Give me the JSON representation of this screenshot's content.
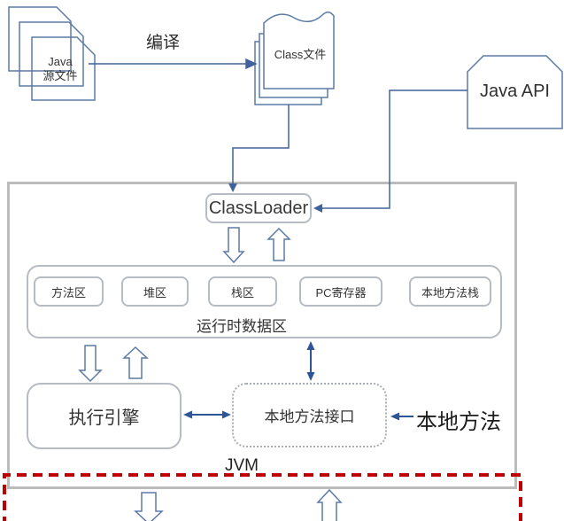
{
  "labels": {
    "compile": "编译",
    "java_source_line1": "Java",
    "java_source_line2": "源文件",
    "class_file": "Class文件",
    "java_api": "Java API",
    "classloader": "ClassLoader",
    "runtime_title": "运行时数据区",
    "execution_engine": "执行引擎",
    "native_interface": "本地方法接口",
    "native_method": "本地方法",
    "jvm": "JVM"
  },
  "runtime_regions": [
    "方法区",
    "堆区",
    "栈区",
    "PC寄存器",
    "本地方法栈"
  ],
  "colors": {
    "shape_outline_blue": "#5b7aa6",
    "connector_blue": "#41639c",
    "box_border_gray": "#b7bcc2",
    "jvm_border_gray": "#bcbcbc",
    "red_dashed": "#c00000",
    "text": "#333333"
  }
}
